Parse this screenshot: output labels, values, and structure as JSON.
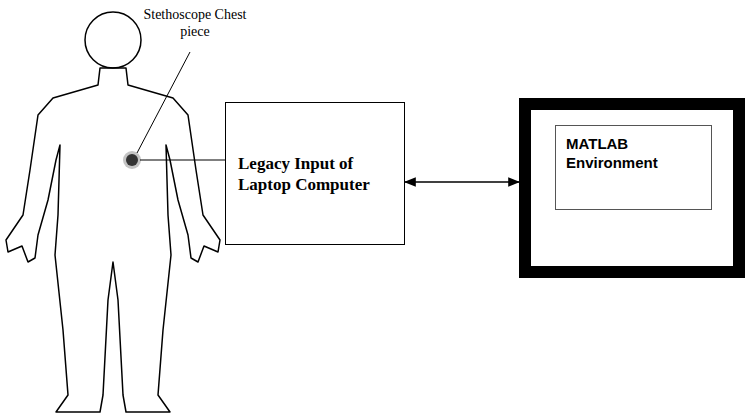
{
  "diagram": {
    "nodes": [
      {
        "text": [
          "Legacy Input of Laptop Computer"
        ]
      },
      {
        "text": []
      },
      {
        "text": [
          "MATLAB Environment"
        ],
        "in": 1
      }
    ],
    "edges": [
      {
        "from": 0,
        "to": 1,
        "arrow": "both"
      }
    ],
    "labels": [
      "Stethoscope Chest piece"
    ]
  }
}
